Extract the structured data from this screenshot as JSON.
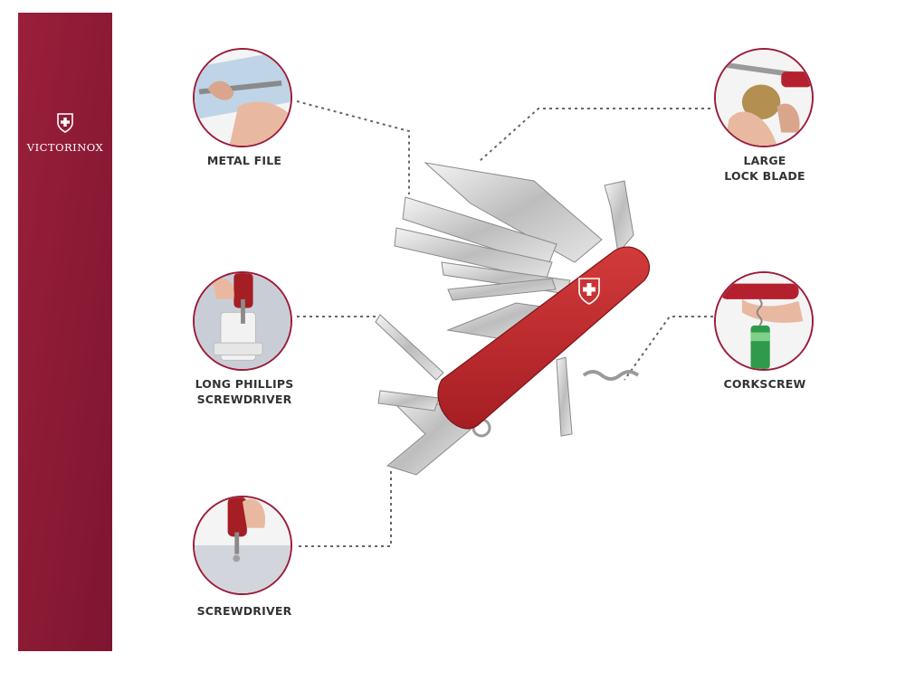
{
  "brand": {
    "name": "VICTORINOX",
    "sidebar_color": "#8e1c36",
    "accent_color": "#b5202e"
  },
  "tools": [
    {
      "id": "metal-file",
      "label_lines": [
        "METAL FILE"
      ]
    },
    {
      "id": "large-lock-blade",
      "label_lines": [
        "LARGE",
        "LOCK BLADE"
      ]
    },
    {
      "id": "long-phillips-screwdriver",
      "label_lines": [
        "LONG PHILLIPS",
        "SCREWDRIVER"
      ]
    },
    {
      "id": "corkscrew",
      "label_lines": [
        "CORKSCREW"
      ]
    },
    {
      "id": "screwdriver",
      "label_lines": [
        "SCREWDRIVER"
      ]
    }
  ]
}
